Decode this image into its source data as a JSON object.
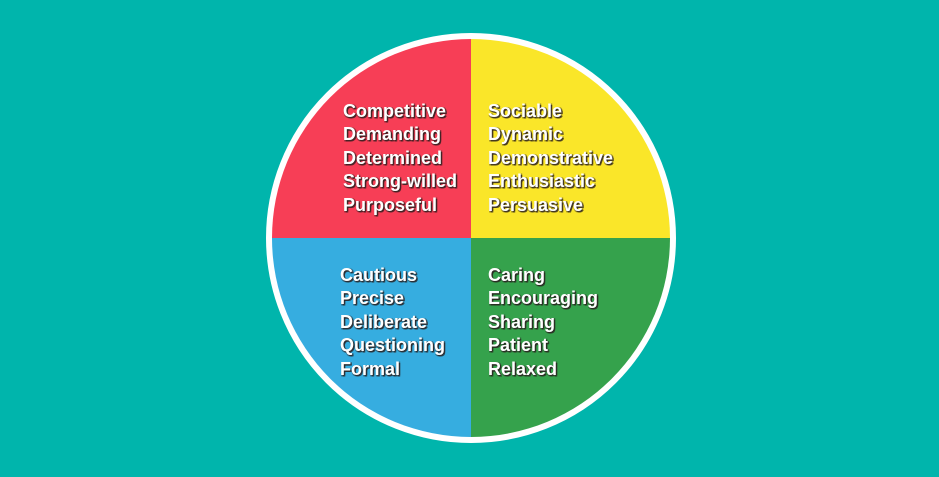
{
  "diagram": {
    "type": "four-quadrant-behaviour-wheel",
    "background_color": "#00b5ac",
    "ring_color": "#ffffff",
    "text_color": "#ffffff",
    "quadrants": [
      {
        "id": "dominance",
        "position": "top-left",
        "color": "#f73e56",
        "color_name": "red",
        "words": [
          "Competitive",
          "Demanding",
          "Determined",
          "Strong-willed",
          "Purposeful"
        ]
      },
      {
        "id": "influence",
        "position": "top-right",
        "color": "#fae629",
        "color_name": "yellow",
        "words": [
          "Sociable",
          "Dynamic",
          "Demonstrative",
          "Enthusiastic",
          "Persuasive"
        ]
      },
      {
        "id": "compliance",
        "position": "bottom-left",
        "color": "#36ade0",
        "color_name": "blue",
        "words": [
          "Cautious",
          "Precise",
          "Deliberate",
          "Questioning",
          "Formal"
        ]
      },
      {
        "id": "steadiness",
        "position": "bottom-right",
        "color": "#35a24c",
        "color_name": "green",
        "words": [
          "Caring",
          "Encouraging",
          "Sharing",
          "Patient",
          "Relaxed"
        ]
      }
    ]
  }
}
